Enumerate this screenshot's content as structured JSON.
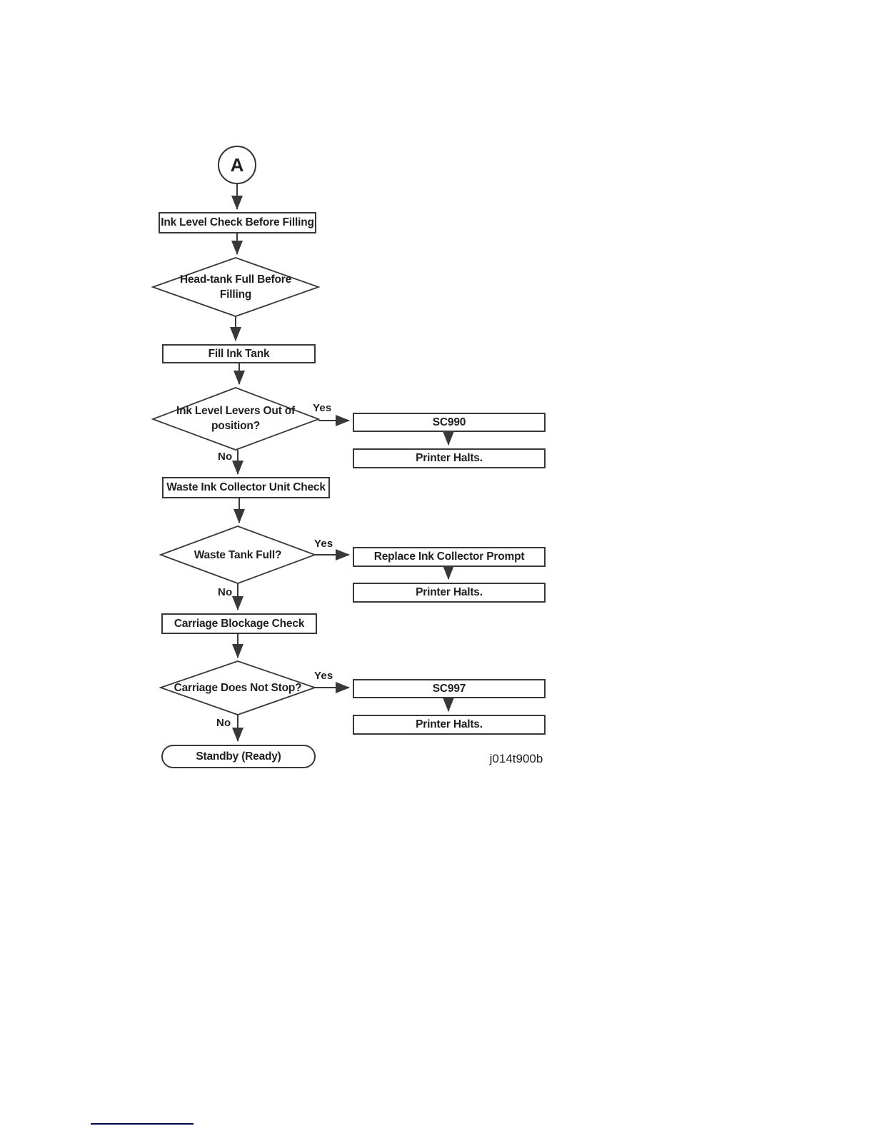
{
  "figure": {
    "code": "j014t900b"
  },
  "labels": {
    "yes": "Yes",
    "no": "No"
  },
  "nodes": {
    "connector": "A",
    "ink_level_check": "Ink Level Check Before Filling",
    "head_tank_line1": "Head-tank Full Before",
    "head_tank_line2": "Filling",
    "fill_ink_tank": "Fill Ink Tank",
    "levers_line1": "Ink Level Levers Out of",
    "levers_line2": "position?",
    "sc990": "SC990",
    "printer_halts": "Printer Halts.",
    "waste_collector_check": "Waste Ink Collector Unit Check",
    "waste_tank_full": "Waste Tank Full?",
    "replace_collector": "Replace Ink Collector Prompt",
    "carriage_blockage_check": "Carriage Blockage Check",
    "carriage_not_stop": "Carriage Does Not Stop?",
    "sc997": "SC997",
    "standby": "Standby (Ready)"
  },
  "colors": {
    "line": "#383838",
    "text": "#1f1f1f",
    "rule": "#00008b"
  }
}
